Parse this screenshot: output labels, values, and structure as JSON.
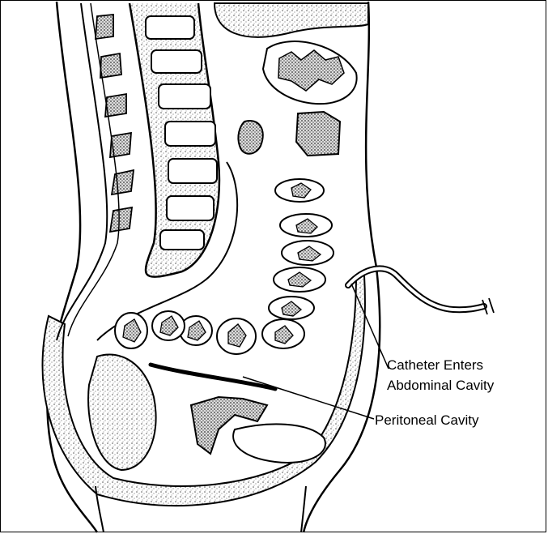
{
  "figure": {
    "labels": {
      "catheter_line1": "Catheter Enters",
      "catheter_line2": "Abdominal Cavity",
      "peritoneal": "Peritoneal Cavity"
    },
    "colors": {
      "ink": "#000000",
      "paper": "#ffffff",
      "stipple": "#7a7a7a"
    }
  }
}
